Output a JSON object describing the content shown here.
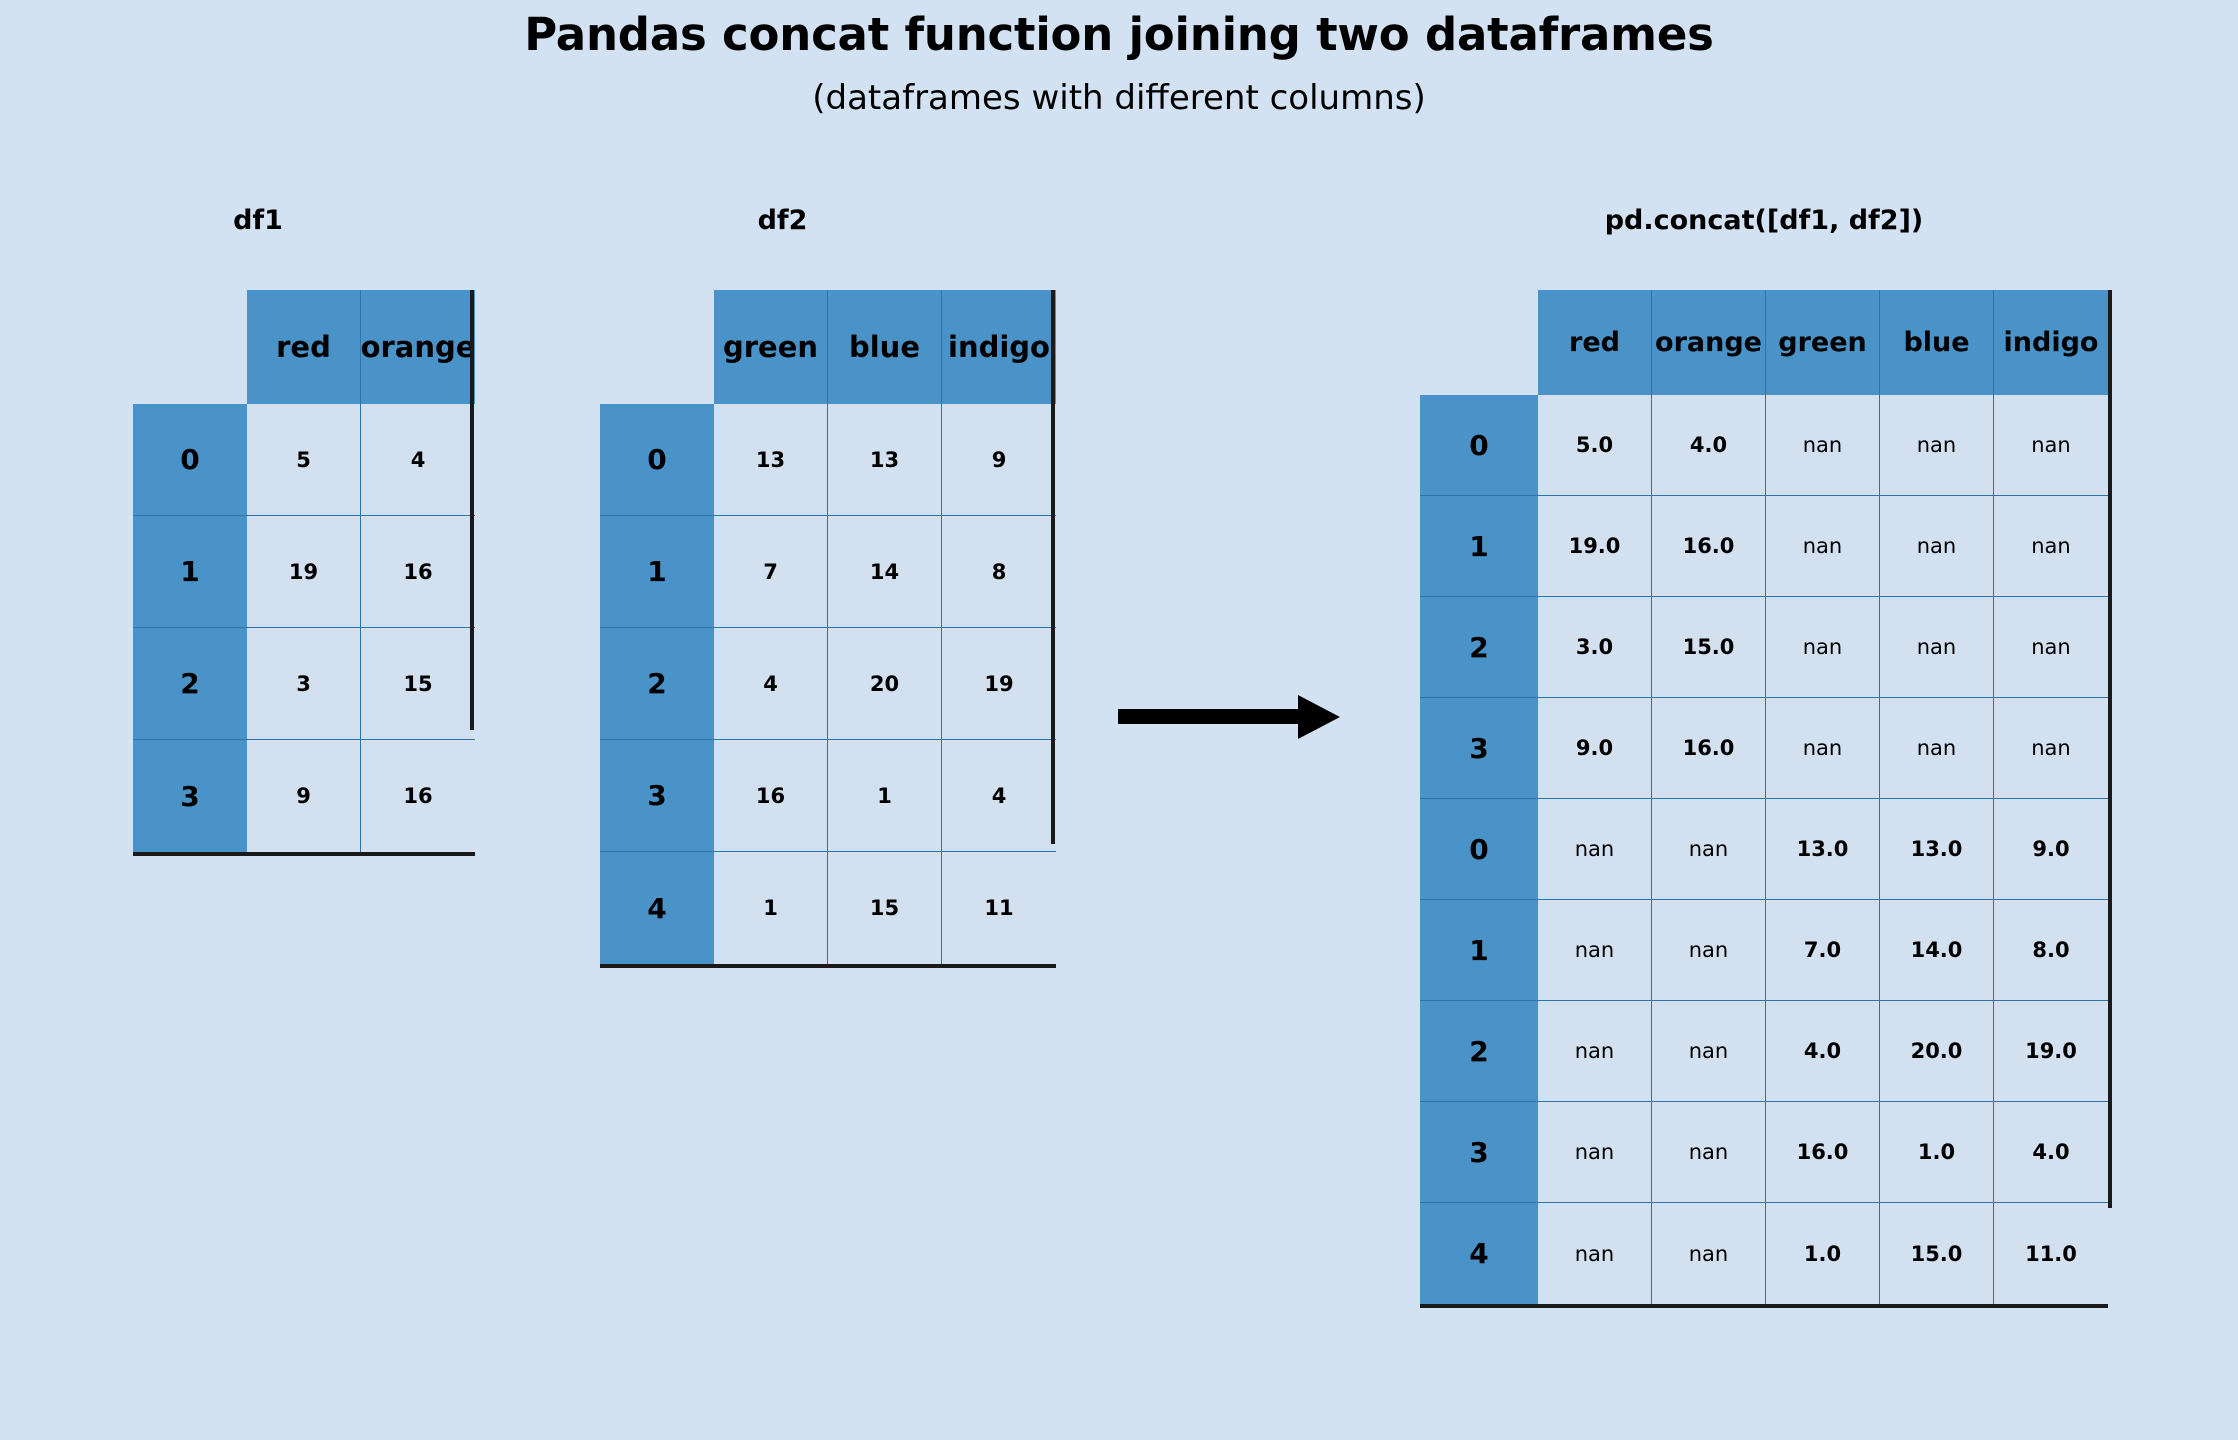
{
  "title": {
    "main": "Pandas concat function joining two dataframes",
    "sub": "(dataframes with different columns)"
  },
  "colors": {
    "background": "#d3e2f2",
    "header_blue": "#4a93c8",
    "cell_blue": "#d2e0f0",
    "grid_line": "#2d74ad",
    "outer_rule": "#1a1a1a",
    "arrow": "#000000"
  },
  "arrow": {
    "name": "right-arrow",
    "direction": "right"
  },
  "tables": {
    "df1": {
      "caption": "df1",
      "columns": [
        "red",
        "orange"
      ],
      "index": [
        "0",
        "1",
        "2",
        "3"
      ],
      "rows": [
        [
          "5",
          "4"
        ],
        [
          "19",
          "16"
        ],
        [
          "3",
          "15"
        ],
        [
          "9",
          "16"
        ]
      ]
    },
    "df2": {
      "caption": "df2",
      "columns": [
        "green",
        "blue",
        "indigo"
      ],
      "index": [
        "0",
        "1",
        "2",
        "3",
        "4"
      ],
      "rows": [
        [
          "13",
          "13",
          "9"
        ],
        [
          "7",
          "14",
          "8"
        ],
        [
          "4",
          "20",
          "19"
        ],
        [
          "16",
          "1",
          "4"
        ],
        [
          "1",
          "15",
          "11"
        ]
      ]
    },
    "result": {
      "caption": "pd.concat([df1, df2])",
      "columns": [
        "red",
        "orange",
        "green",
        "blue",
        "indigo"
      ],
      "index": [
        "0",
        "1",
        "2",
        "3",
        "0",
        "1",
        "2",
        "3",
        "4"
      ],
      "rows": [
        [
          "5.0",
          "4.0",
          "nan",
          "nan",
          "nan"
        ],
        [
          "19.0",
          "16.0",
          "nan",
          "nan",
          "nan"
        ],
        [
          "3.0",
          "15.0",
          "nan",
          "nan",
          "nan"
        ],
        [
          "9.0",
          "16.0",
          "nan",
          "nan",
          "nan"
        ],
        [
          "nan",
          "nan",
          "13.0",
          "13.0",
          "9.0"
        ],
        [
          "nan",
          "nan",
          "7.0",
          "14.0",
          "8.0"
        ],
        [
          "nan",
          "nan",
          "4.0",
          "20.0",
          "19.0"
        ],
        [
          "nan",
          "nan",
          "16.0",
          "1.0",
          "4.0"
        ],
        [
          "nan",
          "nan",
          "1.0",
          "15.0",
          "11.0"
        ]
      ]
    }
  }
}
